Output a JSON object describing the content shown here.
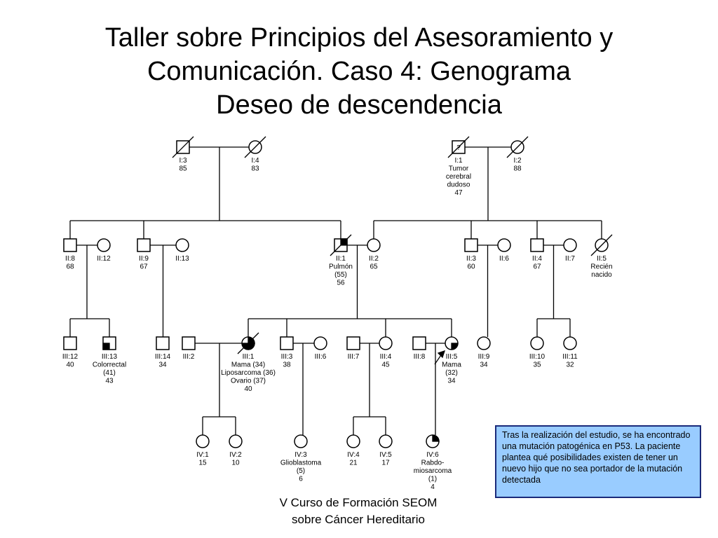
{
  "slide": {
    "title_lines": [
      "Taller sobre Principios del Asesoramiento y",
      "Comunicación. Caso 4: Genograma",
      "Deseo de descendencia"
    ],
    "footer_lines": [
      "V Curso de Formación SEOM",
      "sobre Cáncer Hereditario"
    ],
    "note": "Tras la realización del estudio, se ha encontrado una mutación patogénica en P53. La paciente plantea qué posibilidades existen de tener un nuevo hijo que no sea portador de la mutación detectada",
    "note_color": "#99ccff"
  },
  "pedigree": {
    "individuals": [
      {
        "id": "I:3",
        "sex": "male",
        "deceased": true,
        "label": [
          "I:3",
          "85"
        ]
      },
      {
        "id": "I:4",
        "sex": "female",
        "deceased": true,
        "label": [
          "I:4",
          "83"
        ]
      },
      {
        "id": "I:1",
        "sex": "male",
        "deceased": true,
        "symbol_text": "?",
        "label": [
          "I:1",
          "Tumor",
          "cerebral",
          "dudoso",
          "47"
        ]
      },
      {
        "id": "I:2",
        "sex": "female",
        "deceased": true,
        "label": [
          "I:2",
          "88"
        ]
      },
      {
        "id": "II:8",
        "sex": "male",
        "label": [
          "II:8",
          "68"
        ]
      },
      {
        "id": "II:12",
        "sex": "female",
        "label": [
          "II:12"
        ]
      },
      {
        "id": "II:9",
        "sex": "male",
        "label": [
          "II:9",
          "67"
        ]
      },
      {
        "id": "II:13",
        "sex": "female",
        "label": [
          "II:13"
        ]
      },
      {
        "id": "II:1",
        "sex": "male",
        "deceased": true,
        "affected_quadrant": "top-right",
        "label": [
          "II:1",
          "Pulmón",
          "(55)",
          "56"
        ]
      },
      {
        "id": "II:2",
        "sex": "female",
        "label": [
          "II:2",
          "65"
        ]
      },
      {
        "id": "II:3",
        "sex": "male",
        "label": [
          "II:3",
          "60"
        ]
      },
      {
        "id": "II:6",
        "sex": "female",
        "label": [
          "II:6"
        ]
      },
      {
        "id": "II:4",
        "sex": "male",
        "label": [
          "II:4",
          "67"
        ]
      },
      {
        "id": "II:7",
        "sex": "female",
        "label": [
          "II:7"
        ]
      },
      {
        "id": "II:5",
        "sex": "female",
        "deceased": true,
        "label": [
          "II:5",
          "Recién",
          "nacido"
        ]
      },
      {
        "id": "III:12",
        "sex": "male",
        "label": [
          "III:12",
          "40"
        ]
      },
      {
        "id": "III:13",
        "sex": "male",
        "affected_quadrant": "bottom-left",
        "label": [
          "III:13",
          "Colorrectal",
          "(41)",
          "43"
        ]
      },
      {
        "id": "III:14",
        "sex": "male",
        "label": [
          "III:14",
          "34"
        ]
      },
      {
        "id": "III:2",
        "sex": "male",
        "label": [
          "III:2"
        ]
      },
      {
        "id": "III:1",
        "sex": "female",
        "deceased": true,
        "affected_quadrants": [
          "top-right",
          "bottom-left",
          "bottom-right"
        ],
        "label": [
          "III:1",
          "Mama (34)",
          "Liposarcoma (36)",
          "Ovario (37)",
          "40"
        ]
      },
      {
        "id": "III:3",
        "sex": "male",
        "label": [
          "III:3",
          "38"
        ]
      },
      {
        "id": "III:6",
        "sex": "female",
        "label": [
          "III:6"
        ]
      },
      {
        "id": "III:7",
        "sex": "male",
        "label": [
          "III:7"
        ]
      },
      {
        "id": "III:4",
        "sex": "female",
        "label": [
          "III:4",
          "45"
        ]
      },
      {
        "id": "III:8",
        "sex": "male",
        "label": [
          "III:8"
        ]
      },
      {
        "id": "III:5",
        "sex": "female",
        "proband": true,
        "affected_quadrant": "bottom-right",
        "label": [
          "III:5",
          "Mama",
          "(32)",
          "34"
        ]
      },
      {
        "id": "III:9",
        "sex": "female",
        "label": [
          "III:9",
          "34"
        ]
      },
      {
        "id": "III:10",
        "sex": "female",
        "label": [
          "III:10",
          "35"
        ]
      },
      {
        "id": "III:11",
        "sex": "female",
        "label": [
          "III:11",
          "32"
        ]
      },
      {
        "id": "IV:1",
        "sex": "female",
        "label": [
          "IV:1",
          "15"
        ]
      },
      {
        "id": "IV:2",
        "sex": "female",
        "label": [
          "IV:2",
          "10"
        ]
      },
      {
        "id": "IV:3",
        "sex": "female",
        "label": [
          "IV:3",
          "Glioblastoma",
          "(5)",
          "6"
        ]
      },
      {
        "id": "IV:4",
        "sex": "female",
        "label": [
          "IV:4",
          "21"
        ]
      },
      {
        "id": "IV:5",
        "sex": "female",
        "label": [
          "IV:5",
          "17"
        ]
      },
      {
        "id": "IV:6",
        "sex": "female",
        "affected_quadrant": "top-right",
        "label": [
          "IV:6",
          "Rabdo-",
          "miosarcoma",
          "(1)",
          "4"
        ]
      }
    ],
    "unions": [
      {
        "partners": [
          "I:3",
          "I:4"
        ],
        "children": [
          "II:8",
          "II:9",
          "II:1"
        ]
      },
      {
        "partners": [
          "I:1",
          "I:2"
        ],
        "children": [
          "II:2",
          "II:3",
          "II:4",
          "II:5"
        ]
      },
      {
        "partners": [
          "II:8",
          "II:12"
        ],
        "children": [
          "III:12",
          "III:13"
        ]
      },
      {
        "partners": [
          "II:9",
          "II:13"
        ],
        "children": [
          "III:14"
        ]
      },
      {
        "partners": [
          "II:1",
          "II:2"
        ],
        "children": [
          "III:1",
          "III:3",
          "III:4",
          "III:5"
        ]
      },
      {
        "partners": [
          "II:3",
          "II:6"
        ],
        "children": [
          "III:9"
        ]
      },
      {
        "partners": [
          "II:4",
          "II:7"
        ],
        "children": [
          "III:10",
          "III:11"
        ]
      },
      {
        "partners": [
          "III:2",
          "III:1"
        ],
        "children": [
          "IV:1",
          "IV:2"
        ]
      },
      {
        "partners": [
          "III:3",
          "III:6"
        ],
        "children": [
          "IV:3"
        ]
      },
      {
        "partners": [
          "III:7",
          "III:4"
        ],
        "children": [
          "IV:4",
          "IV:5"
        ]
      },
      {
        "partners": [
          "III:8",
          "III:5"
        ],
        "children": [
          "IV:6"
        ]
      }
    ]
  }
}
